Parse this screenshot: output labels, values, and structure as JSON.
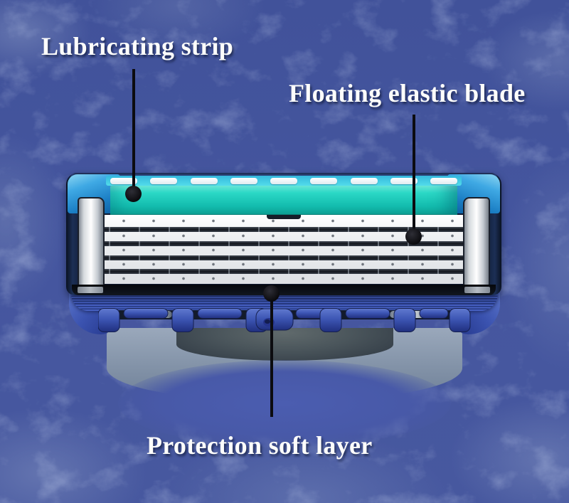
{
  "page": {
    "type": "annotated product diagram",
    "subject": "5-blade razor cartridge, front view"
  },
  "annotations": {
    "lubricating_strip": {
      "label": "Lubricating strip"
    },
    "floating_elastic_blade": {
      "label": "Floating elastic blade"
    },
    "protection_soft_layer": {
      "label": "Protection soft layer"
    }
  },
  "colors": {
    "background_blue": "#45569e",
    "label_text": "#ffffff",
    "pointer_black": "#0c0c10",
    "lubricating_strip_teal": "#1ecdbd",
    "cap_blue": "#2f9fdf",
    "blade_silver": "#e9ebee",
    "blade_dark": "#14181f",
    "housing_blue": "#3d56b4",
    "mount_gray": "#8a99ae"
  }
}
